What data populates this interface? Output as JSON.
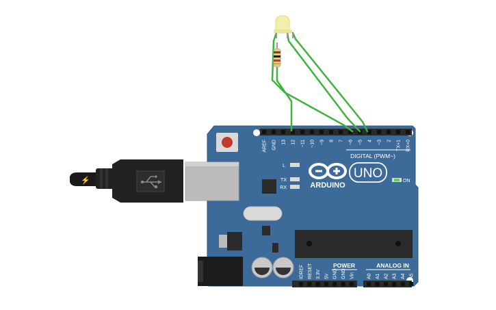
{
  "board": {
    "brand": "ARDUINO",
    "model": "UNO",
    "digital_header_label": "DIGITAL (PWM~)",
    "digital_pins": [
      "AREF",
      "GND",
      "13",
      "12",
      "~11",
      "~10",
      "~9",
      "8",
      "7",
      "~6",
      "~5",
      "4",
      "~3",
      "2",
      "TX+1",
      "RX+0"
    ],
    "power_header_label": "POWER",
    "power_pins": [
      "IOREF",
      "RESET",
      "3.3V",
      "5V",
      "GND",
      "GND",
      "Vin"
    ],
    "analog_header_label": "ANALOG IN",
    "analog_pins": [
      "A0",
      "A1",
      "A2",
      "A3",
      "A4",
      "A5"
    ],
    "led_labels": {
      "l": "L",
      "tx": "TX",
      "rx": "RX"
    },
    "on_label": "ON"
  },
  "components": {
    "led": {
      "type": "tri-color LED",
      "color": "#f2f0a8"
    },
    "resistor": {
      "type": "resistor"
    },
    "usb_cable": {
      "type": "USB cable"
    }
  },
  "colors": {
    "board": "#3d6b99",
    "board_edge": "#2f5780",
    "wire": "#3cb33c",
    "header": "#2a2a2a",
    "usb_connector": "#bcbcbc",
    "reset_button": "#c0392b"
  }
}
